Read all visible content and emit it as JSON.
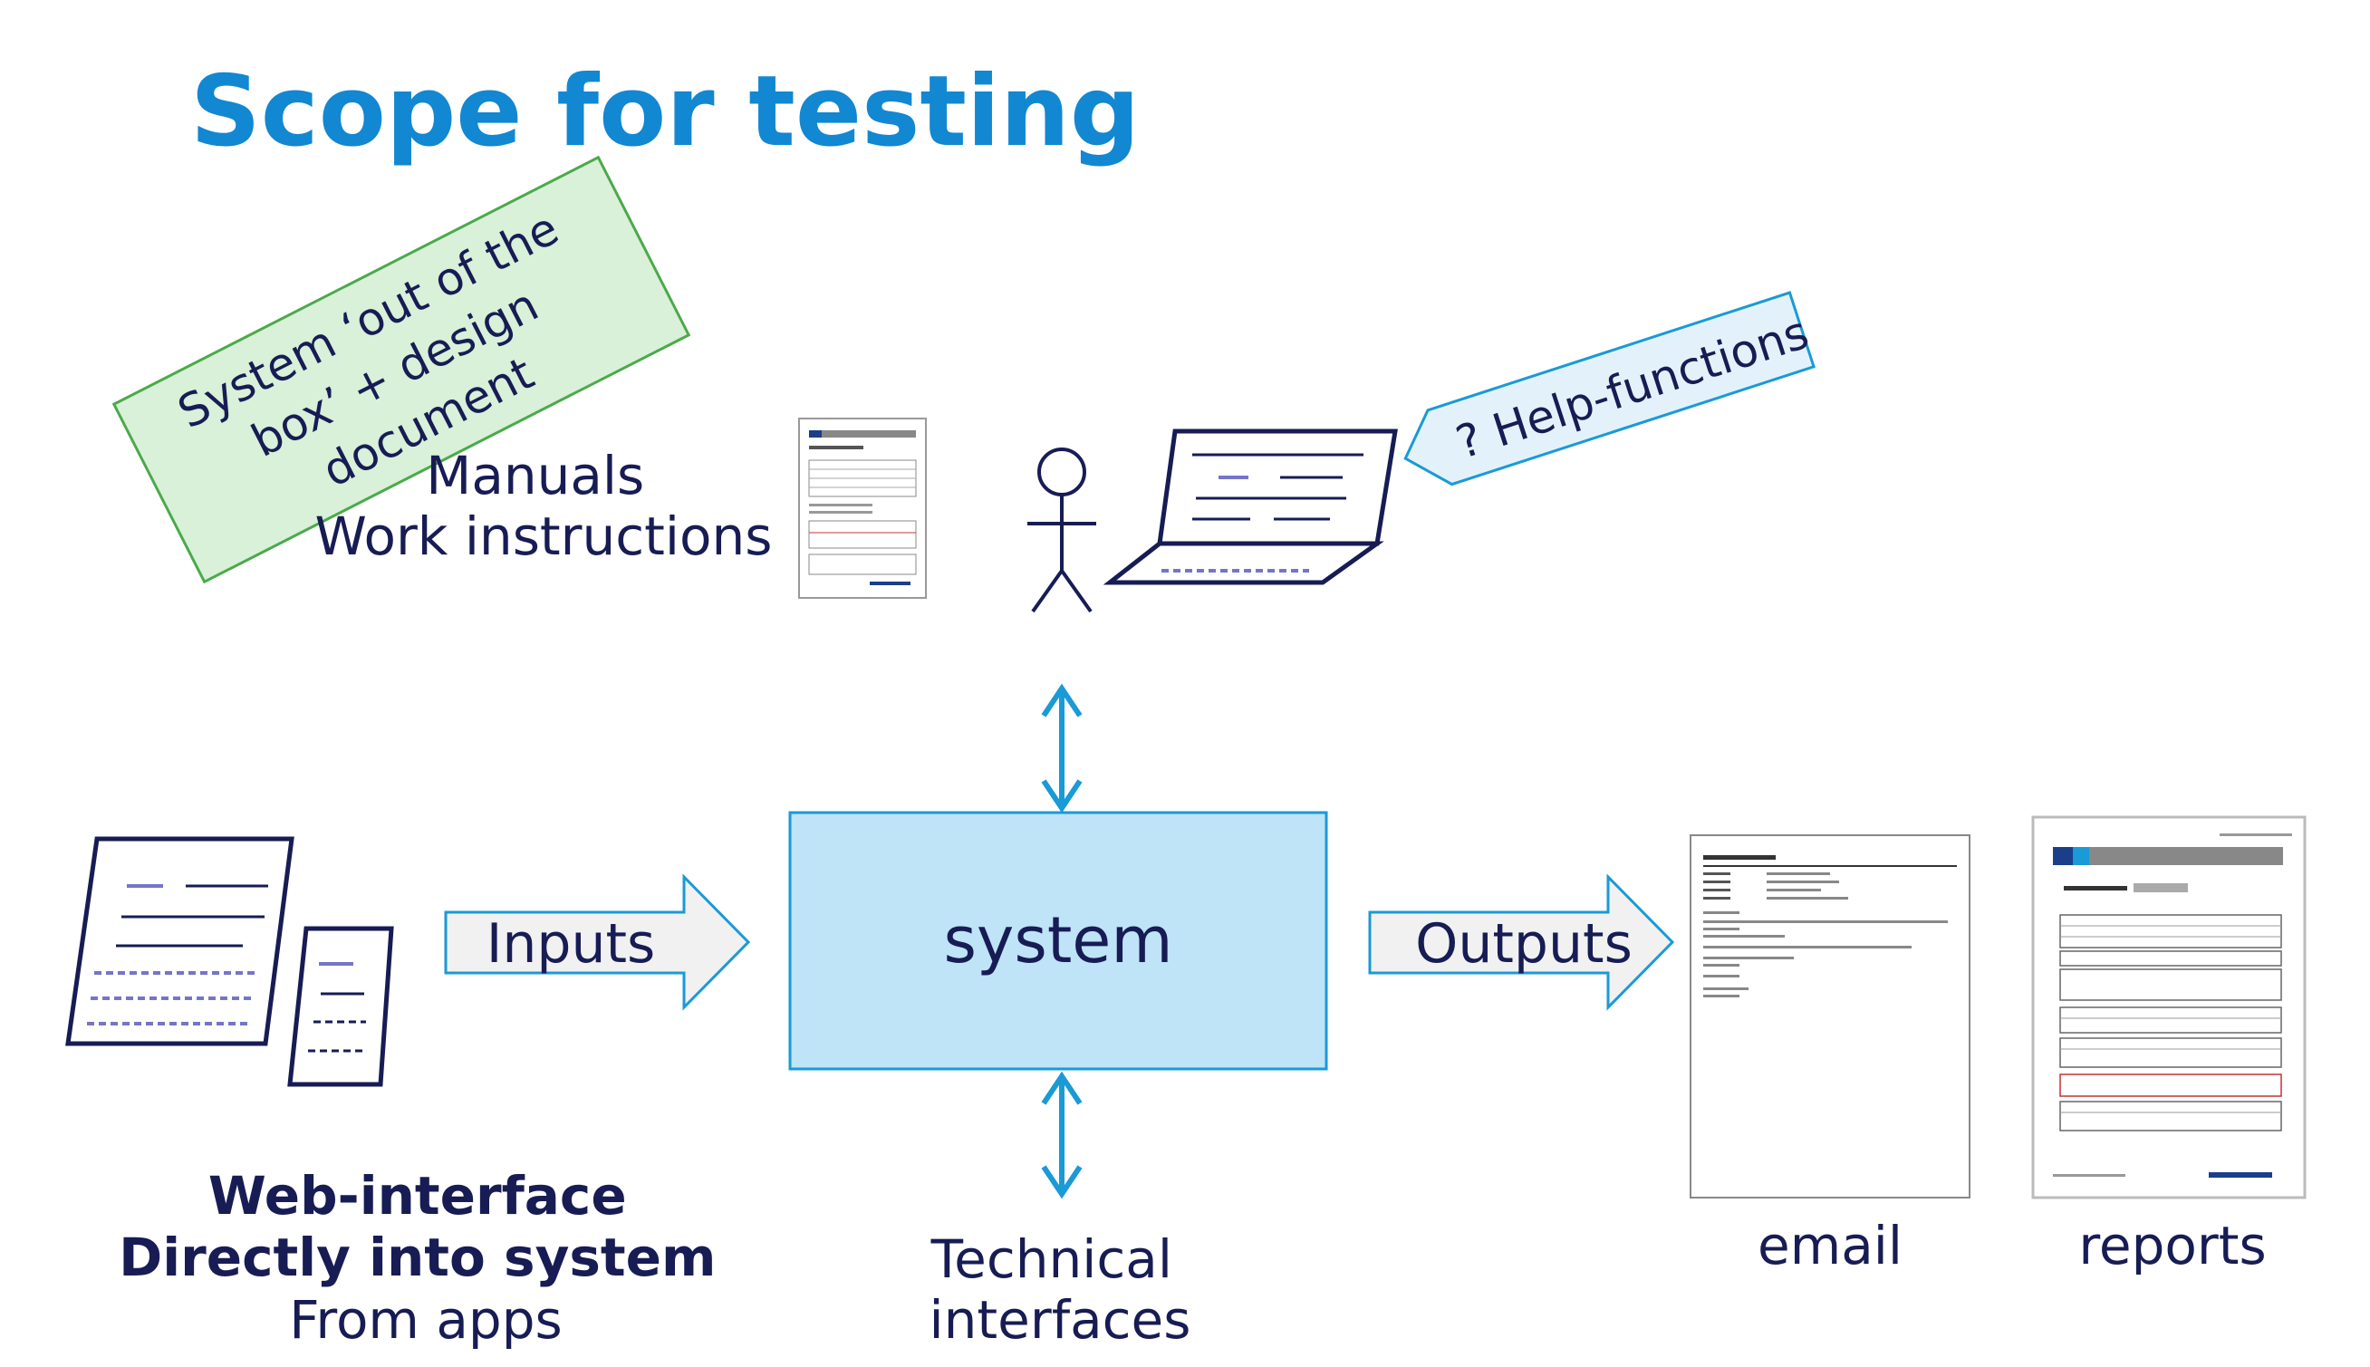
{
  "title": "Scope for testing",
  "green_note": [
    "System ‘out of the",
    "box’ + design",
    "document"
  ],
  "manuals": [
    "Manuals",
    "Work instructions"
  ],
  "help_functions": "? Help-functions",
  "system_label": "system",
  "inputs_label": "Inputs",
  "outputs_label": "Outputs",
  "web_interface": [
    "Web-interface",
    "Directly into system",
    "From apps"
  ],
  "technical_interfaces": [
    "Technical",
    "interfaces"
  ],
  "email_label": "email",
  "reports_label": "reports",
  "colors": {
    "title": "#1287d2",
    "navy": "#171c54",
    "accent_blue": "#1a9ad6",
    "system_fill": "#bfe3f7",
    "green_fill": "#d9f0d9",
    "green_border": "#4aaa4a",
    "arrow_fill": "#f1f1f1",
    "help_fill": "#e3f2fa"
  }
}
